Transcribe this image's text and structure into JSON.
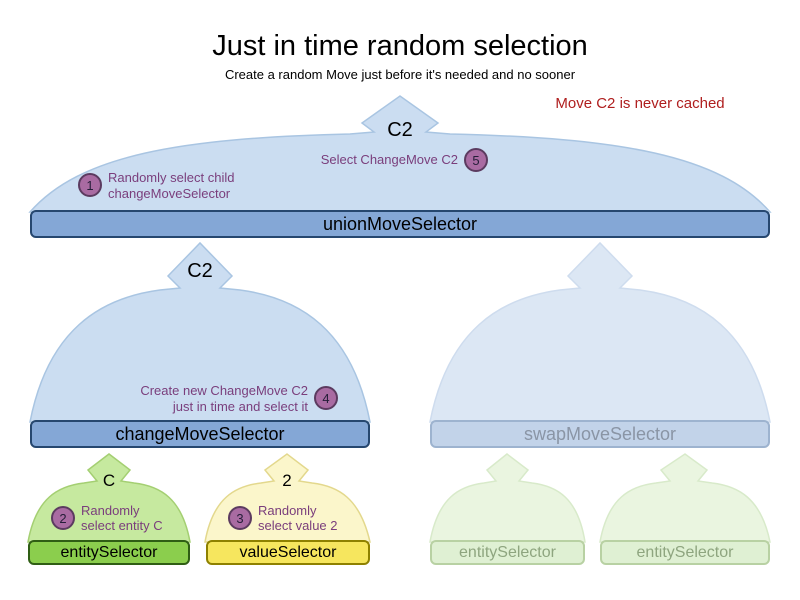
{
  "title": "Just in time random selection",
  "subtitle": "Create a random Move just before it's needed and no sooner",
  "annotation": "Move C2 is never cached",
  "selectors": {
    "union": {
      "label": "unionMoveSelector",
      "output": "C2"
    },
    "change": {
      "label": "changeMoveSelector",
      "output": "C2"
    },
    "swap": {
      "label": "swapMoveSelector"
    },
    "entity": {
      "label": "entitySelector",
      "output": "C"
    },
    "value": {
      "label": "valueSelector",
      "output": "2"
    },
    "faded_entity_1": {
      "label": "entitySelector"
    },
    "faded_entity_2": {
      "label": "entitySelector"
    }
  },
  "steps": {
    "s1": {
      "num": "1",
      "line1": "Randomly select child",
      "line2": "changeMoveSelector"
    },
    "s2": {
      "num": "2",
      "line1": "Randomly",
      "line2": "select entity C"
    },
    "s3": {
      "num": "3",
      "line1": "Randomly",
      "line2": "select value 2"
    },
    "s4": {
      "num": "4",
      "line1": "Create new ChangeMove C2",
      "line2": "just in time and select it"
    },
    "s5": {
      "num": "5",
      "text": "Select ChangeMove C2"
    }
  },
  "colors": {
    "bar-blue": "#84A7D6",
    "bar-blue-border": "#26476F",
    "arch-blue": "#CBDDF1",
    "arch-blue-border": "#A9C5E2",
    "bar-blue-faded": "#C2D3E9",
    "bar-blue-faded-border": "#9DB3CF",
    "arch-blue-faded": "#DCE7F4",
    "arch-blue-faded-border": "#CEDCEE",
    "bar-green": "#8BCE4D",
    "bar-green-border": "#2F5E14",
    "arch-green": "#C6E99F",
    "arch-green-border": "#A4CF72",
    "bar-yellow": "#F6E65E",
    "bar-yellow-border": "#8E8100",
    "arch-yellow": "#FBF6CB",
    "arch-yellow-border": "#E3D88D",
    "bar-green-faded": "#DFF0D3",
    "bar-green-faded-border": "#B8D1A3",
    "arch-green-faded": "#EAF5E0",
    "arch-green-faded-border": "#D8EACA",
    "badge": "#A96BA2",
    "badge-border": "#5C3B60",
    "purple-text": "#7A3E7C",
    "red-text": "#AF1E1E",
    "faded-text": "#8A95A5",
    "faded-green-text": "#8EA57F"
  }
}
